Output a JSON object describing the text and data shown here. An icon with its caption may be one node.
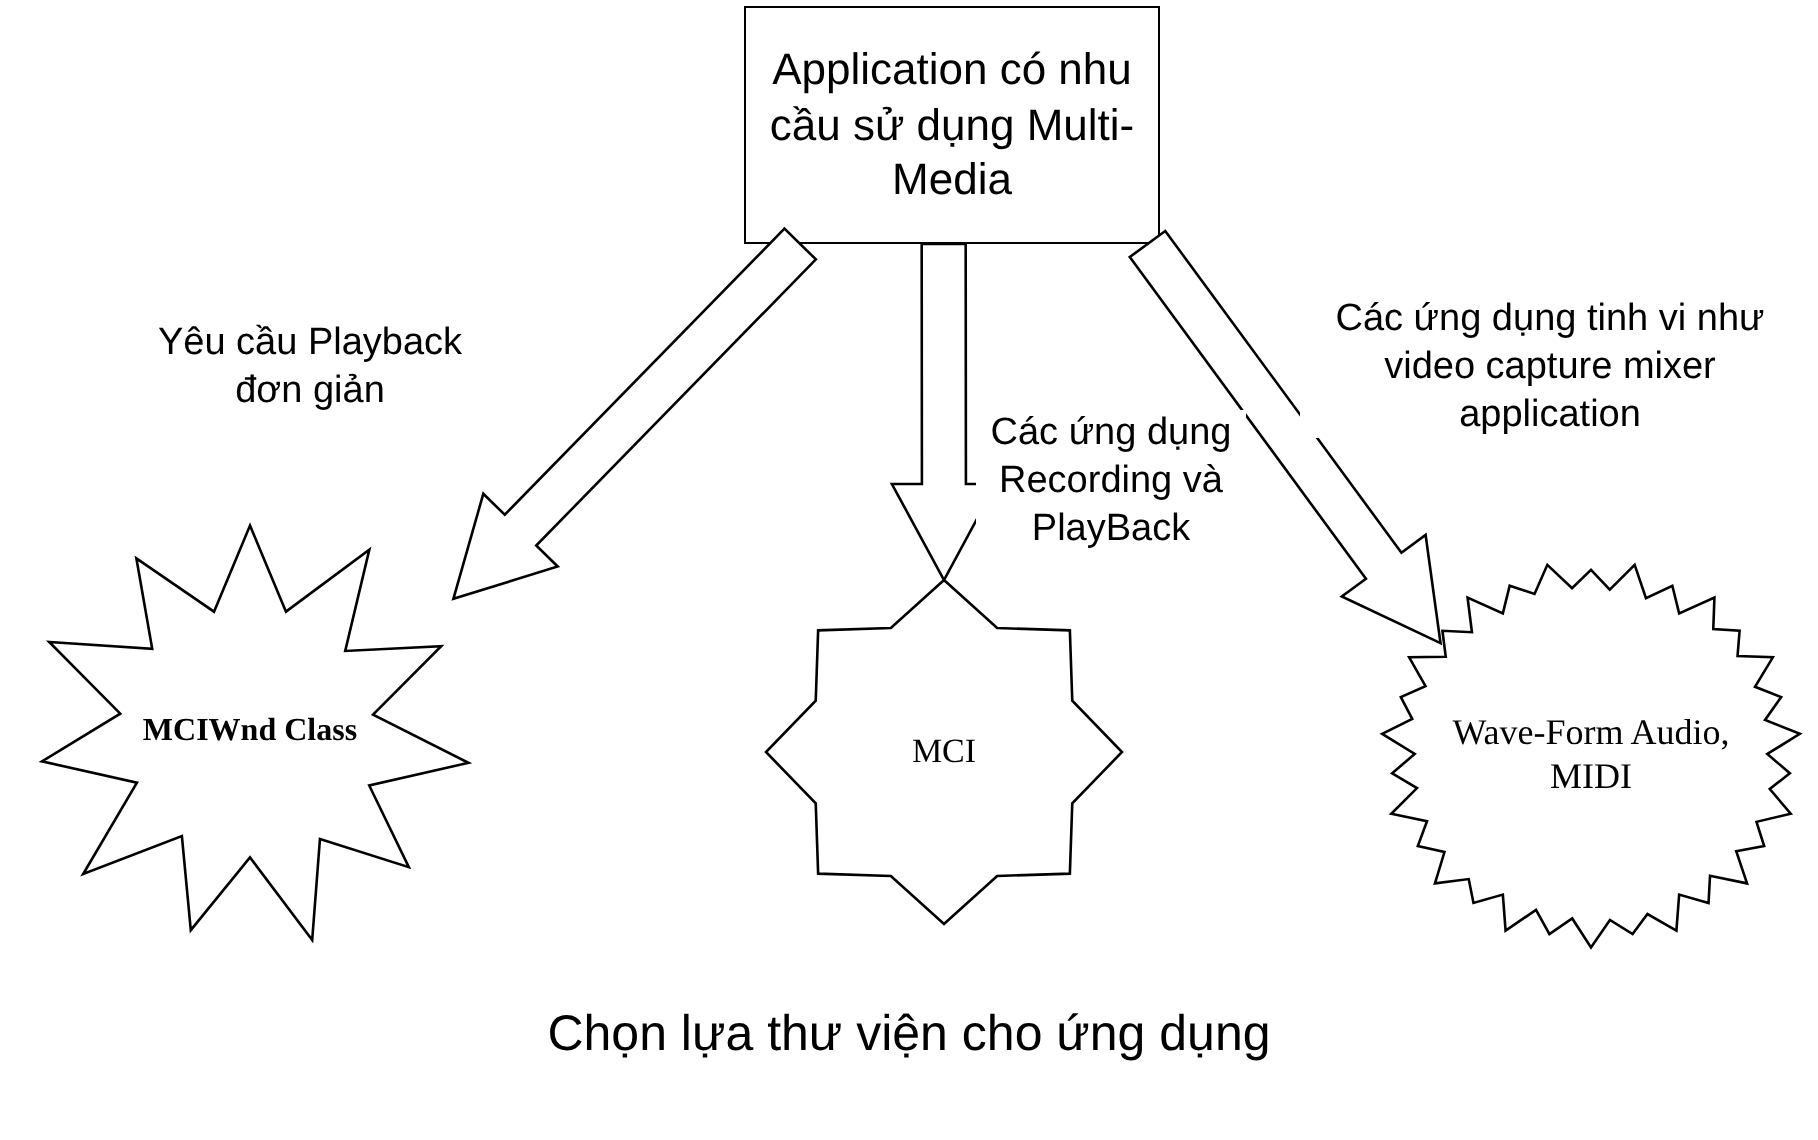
{
  "diagram": {
    "caption": "Chọn lựa thư viện cho ứng dụng",
    "nodes": [
      {
        "text": [
          "Application có nhu cầu sử dụng Multi-Media"
        ]
      },
      {
        "text": [
          "MCIWnd Class"
        ]
      },
      {
        "text": [
          "MCI"
        ]
      },
      {
        "text": [
          "Wave-Form Audio, MIDI"
        ]
      }
    ],
    "edges": [
      {
        "from": 0,
        "to": 1,
        "arrow": "to",
        "label": "Yêu cầu Playback đơn giản"
      },
      {
        "from": 0,
        "to": 2,
        "arrow": "to",
        "label": "Các ứng dụng Recording và PlayBack"
      },
      {
        "from": 0,
        "to": 3,
        "arrow": "to",
        "label": "Các ứng dụng tinh vi như video capture mixer application"
      }
    ]
  }
}
